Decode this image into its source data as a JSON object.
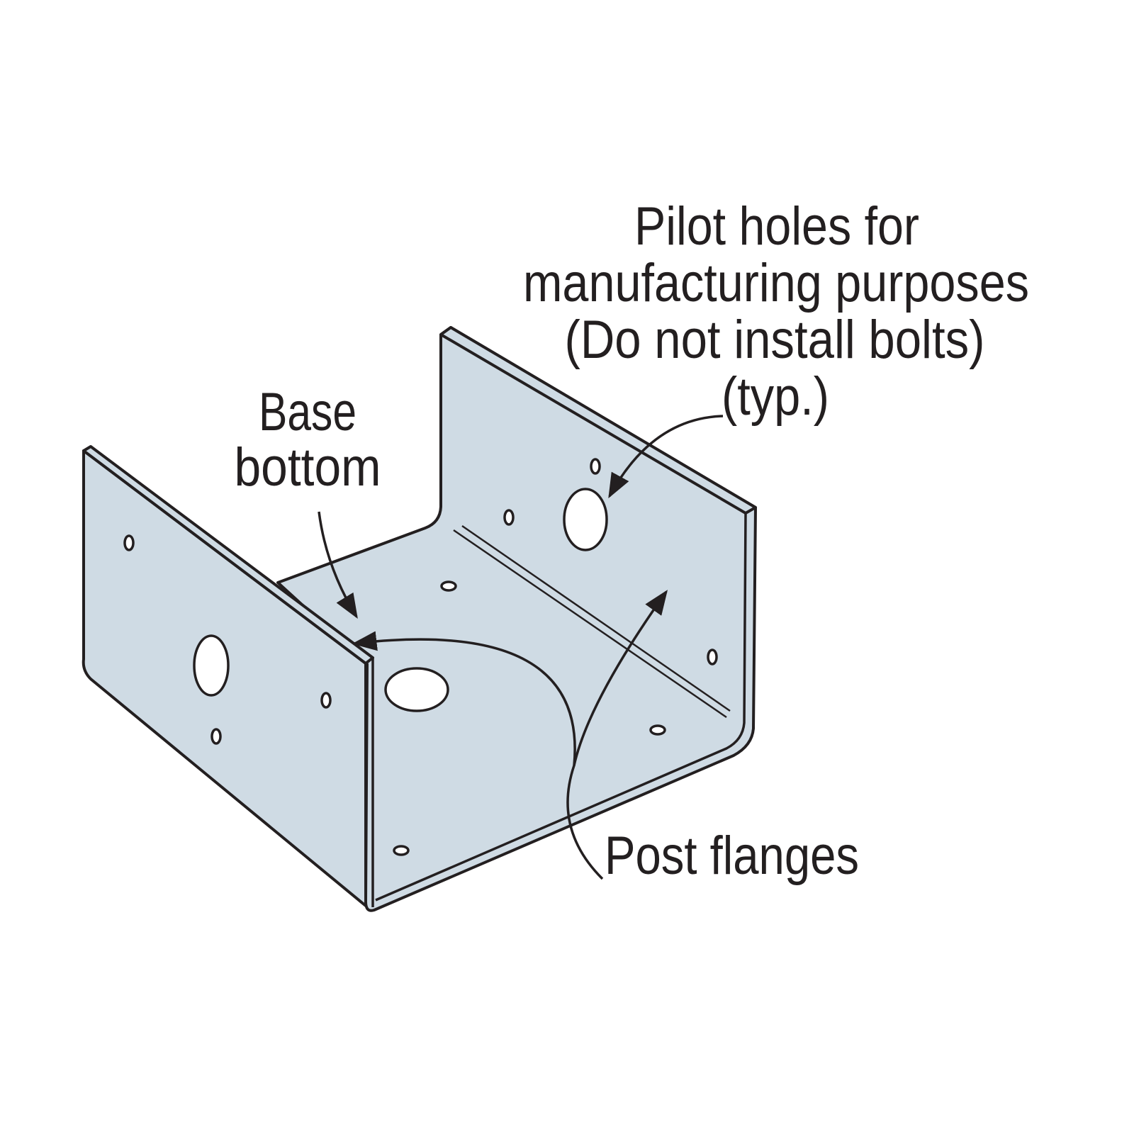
{
  "labels": {
    "pilot_holes": [
      "Pilot holes for",
      "manufacturing purposes",
      "(Do not install bolts)",
      "(typ.)"
    ],
    "base_bottom": [
      "Base",
      "bottom"
    ],
    "post_flanges": "Post flanges"
  },
  "colors": {
    "metal": "#cfdbe4",
    "line": "#231f20"
  }
}
